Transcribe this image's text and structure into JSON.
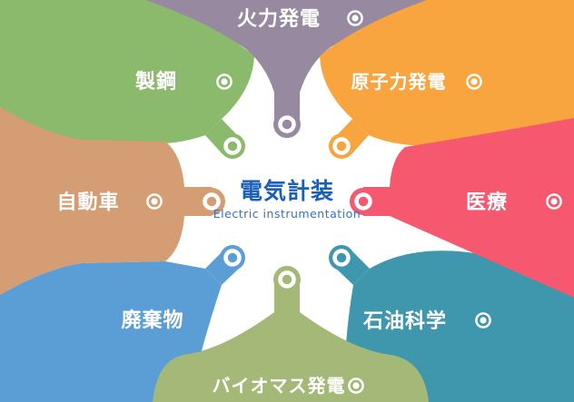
{
  "center": {
    "title": "電気計装",
    "subtitle": "Electric instrumentation",
    "title_color": "#1a5fb8",
    "subtitle_color": "#3b6fc4"
  },
  "sectors": [
    {
      "label": "火力発電",
      "color": "#97899f",
      "position": "top"
    },
    {
      "label": "製鋼",
      "color": "#8cba6c",
      "position": "top-left"
    },
    {
      "label": "原子力発電",
      "color": "#f8a43f",
      "position": "top-right"
    },
    {
      "label": "自動車",
      "color": "#d59d73",
      "position": "left"
    },
    {
      "label": "医療",
      "color": "#f6586f",
      "position": "right"
    },
    {
      "label": "廃棄物",
      "color": "#5b9ed5",
      "position": "bottom-left"
    },
    {
      "label": "石油科学",
      "color": "#3e97ad",
      "position": "bottom-right"
    },
    {
      "label": "バイオマス発電",
      "color": "#a4b877",
      "position": "bottom"
    }
  ],
  "icons": {
    "label_marker": "double-circle-icon",
    "connector_tip": "ring-icon"
  },
  "background": "#ffffff"
}
